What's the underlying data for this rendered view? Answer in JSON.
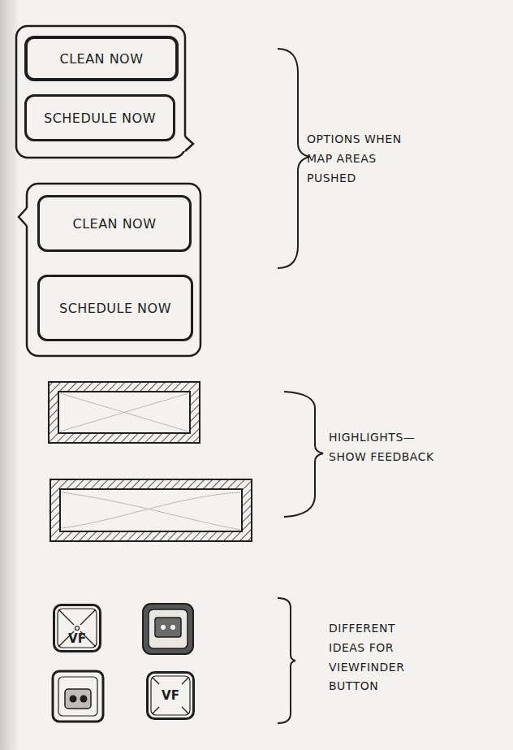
{
  "diagram": {
    "nodes": [
      {
        "text": [
          "CLEAN NOW"
        ]
      },
      {
        "text": [
          "SCHEDULE NOW"
        ]
      },
      {
        "text": [
          "CLEAN NOW"
        ]
      },
      {
        "text": [
          "SCHEDULE NOW"
        ]
      },
      {
        "text": [
          "VF"
        ]
      },
      {
        "text": [
          "VF"
        ]
      }
    ],
    "labels": [
      "OPTIONS WHEN MAP AREAS PUSHED",
      "HIGHLIGHTS— SHOW FEEDBACK",
      "DIFFERENT IDEAS FOR VIEWFINDER BUTTON"
    ]
  }
}
